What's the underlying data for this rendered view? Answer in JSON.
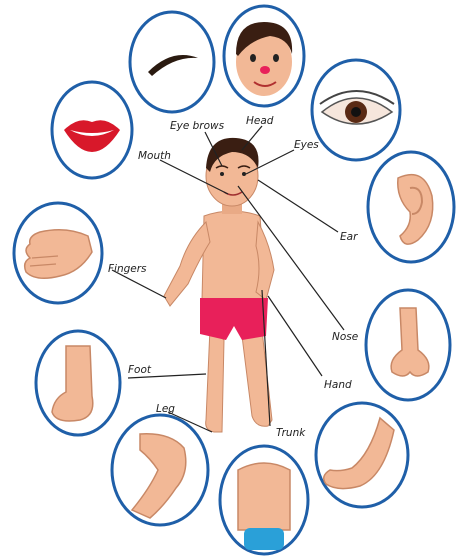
{
  "labels": {
    "eyebrows": "Eye brows",
    "head": "Head",
    "eyes": "Eyes",
    "mouth": "Mouth",
    "ear": "Ear",
    "fingers": "Fingers",
    "nose": "Nose",
    "foot": "Foot",
    "hand": "Hand",
    "leg": "Leg",
    "trunk": "Trunk"
  },
  "colors": {
    "circle_border": "#1f5fa8",
    "skin": "#f2b896",
    "skin_shade": "#e09a76",
    "shorts": "#e8205a",
    "hair": "#3a1e12",
    "lips": "#d8182a",
    "swim_trunks": "#2aa0d8",
    "leader_line": "#222222"
  }
}
